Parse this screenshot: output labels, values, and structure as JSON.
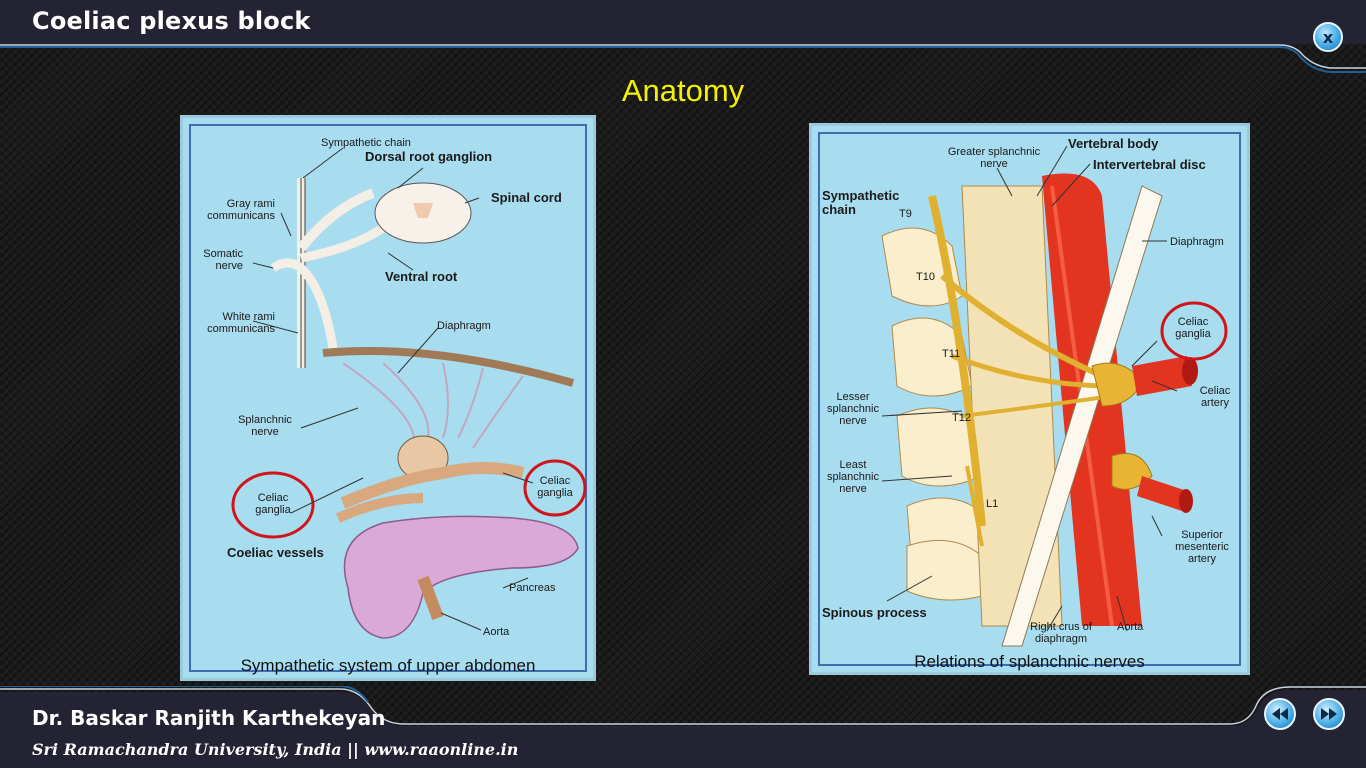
{
  "header": {
    "title": "Coeliac plexus block",
    "close_label": "x"
  },
  "slide": {
    "heading": "Anatomy"
  },
  "left_figure": {
    "caption": "Sympathetic system of upper abdomen",
    "labels": {
      "sympathetic_chain": "Sympathetic chain",
      "dorsal_root_ganglion": "Dorsal root ganglion",
      "spinal_cord": "Spinal cord",
      "gray_rami": "Gray rami communicans",
      "somatic_nerve": "Somatic nerve",
      "ventral_root": "Ventral root",
      "white_rami": "White rami communicans",
      "diaphragm": "Diaphragm",
      "splanchnic_nerve": "Splanchnic nerve",
      "celiac_ganglia_left": "Celiac ganglia",
      "celiac_ganglia_right": "Celiac ganglia",
      "coeliac_vessels": "Coeliac vessels",
      "pancreas": "Pancreas",
      "aorta": "Aorta"
    }
  },
  "right_figure": {
    "caption": "Relations of splanchnic nerves",
    "labels": {
      "greater_splanchnic": "Greater splanchnic nerve",
      "vertebral_body": "Vertebral body",
      "intervertebral_disc": "Intervertebral disc",
      "sympathetic_chain": "Sympathetic chain",
      "t9": "T9",
      "t10": "T10",
      "t11": "T11",
      "t12": "T12",
      "l1": "L1",
      "diaphragm": "Diaphragm",
      "celiac_ganglia": "Celiac ganglia",
      "celiac_artery": "Celiac artery",
      "lesser_splanchnic": "Lesser splanchnic nerve",
      "least_splanchnic": "Least splanchnic nerve",
      "superior_mesenteric": "Superior mesenteric artery",
      "spinous_process": "Spinous process",
      "right_crus": "Right crus of diaphragm",
      "aorta": "Aorta"
    }
  },
  "footer": {
    "author": "Dr. Baskar Ranjith Karthekeyan",
    "institution": "Sri Ramachandra University, India",
    "separator": "||",
    "website": "www.raaonline.in",
    "prev_icon": "rewind-icon",
    "next_icon": "fast-forward-icon"
  },
  "colors": {
    "heading": "#f4f000",
    "accent_circle": "#d0141a",
    "panel_bg": "#a8dcef",
    "button_blue": "#41a8e3"
  }
}
